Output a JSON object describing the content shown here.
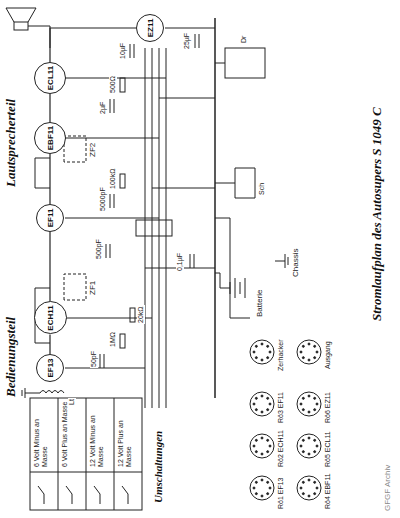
{
  "diagram": {
    "title": "Stromlaufplan des Autosupers S 1049 C",
    "nodes": [
      {
        "text": [
          "EF13"
        ]
      },
      {
        "text": [
          "ECH11"
        ]
      },
      {
        "text": [
          "EF11"
        ]
      },
      {
        "text": [
          "EBF11"
        ]
      },
      {
        "text": [
          "ECL11"
        ]
      },
      {
        "text": [
          "EZ11"
        ]
      }
    ],
    "edges": [
      {
        "from": 0,
        "to": 1,
        "arrow": "none"
      },
      {
        "from": 1,
        "to": 2,
        "arrow": "none"
      },
      {
        "from": 2,
        "to": 3,
        "arrow": "none"
      },
      {
        "from": 3,
        "to": 4,
        "arrow": "none"
      },
      {
        "from": 4,
        "to": 5,
        "arrow": "none"
      }
    ],
    "labels": [
      "Lautsprecherteil",
      "Bedienungsteil",
      "Umschaltungen",
      "6 Volt Minus an Masse",
      "6 Volt Plus an Masse",
      "12 Volt Minus an Masse",
      "12 Volt Plus an Masse",
      "Batterie",
      "Chassis",
      "Rö1 EF13",
      "Rö2 ECH11",
      "Rö3 EF11",
      "Rö4 EBF11",
      "Rö5 ECL11",
      "Rö6 EZ11",
      "Zerhacker",
      "Ausgang",
      "ZF1",
      "ZF2",
      "Lt",
      "50pF",
      "1MΩ",
      "20kΩ",
      "500pF",
      "0,1µF",
      "5000pF",
      "100kΩ",
      "2µF",
      "500Ω",
      "10µF",
      "25µF",
      "Dr",
      "Sch",
      "GFGF Archiv"
    ]
  }
}
